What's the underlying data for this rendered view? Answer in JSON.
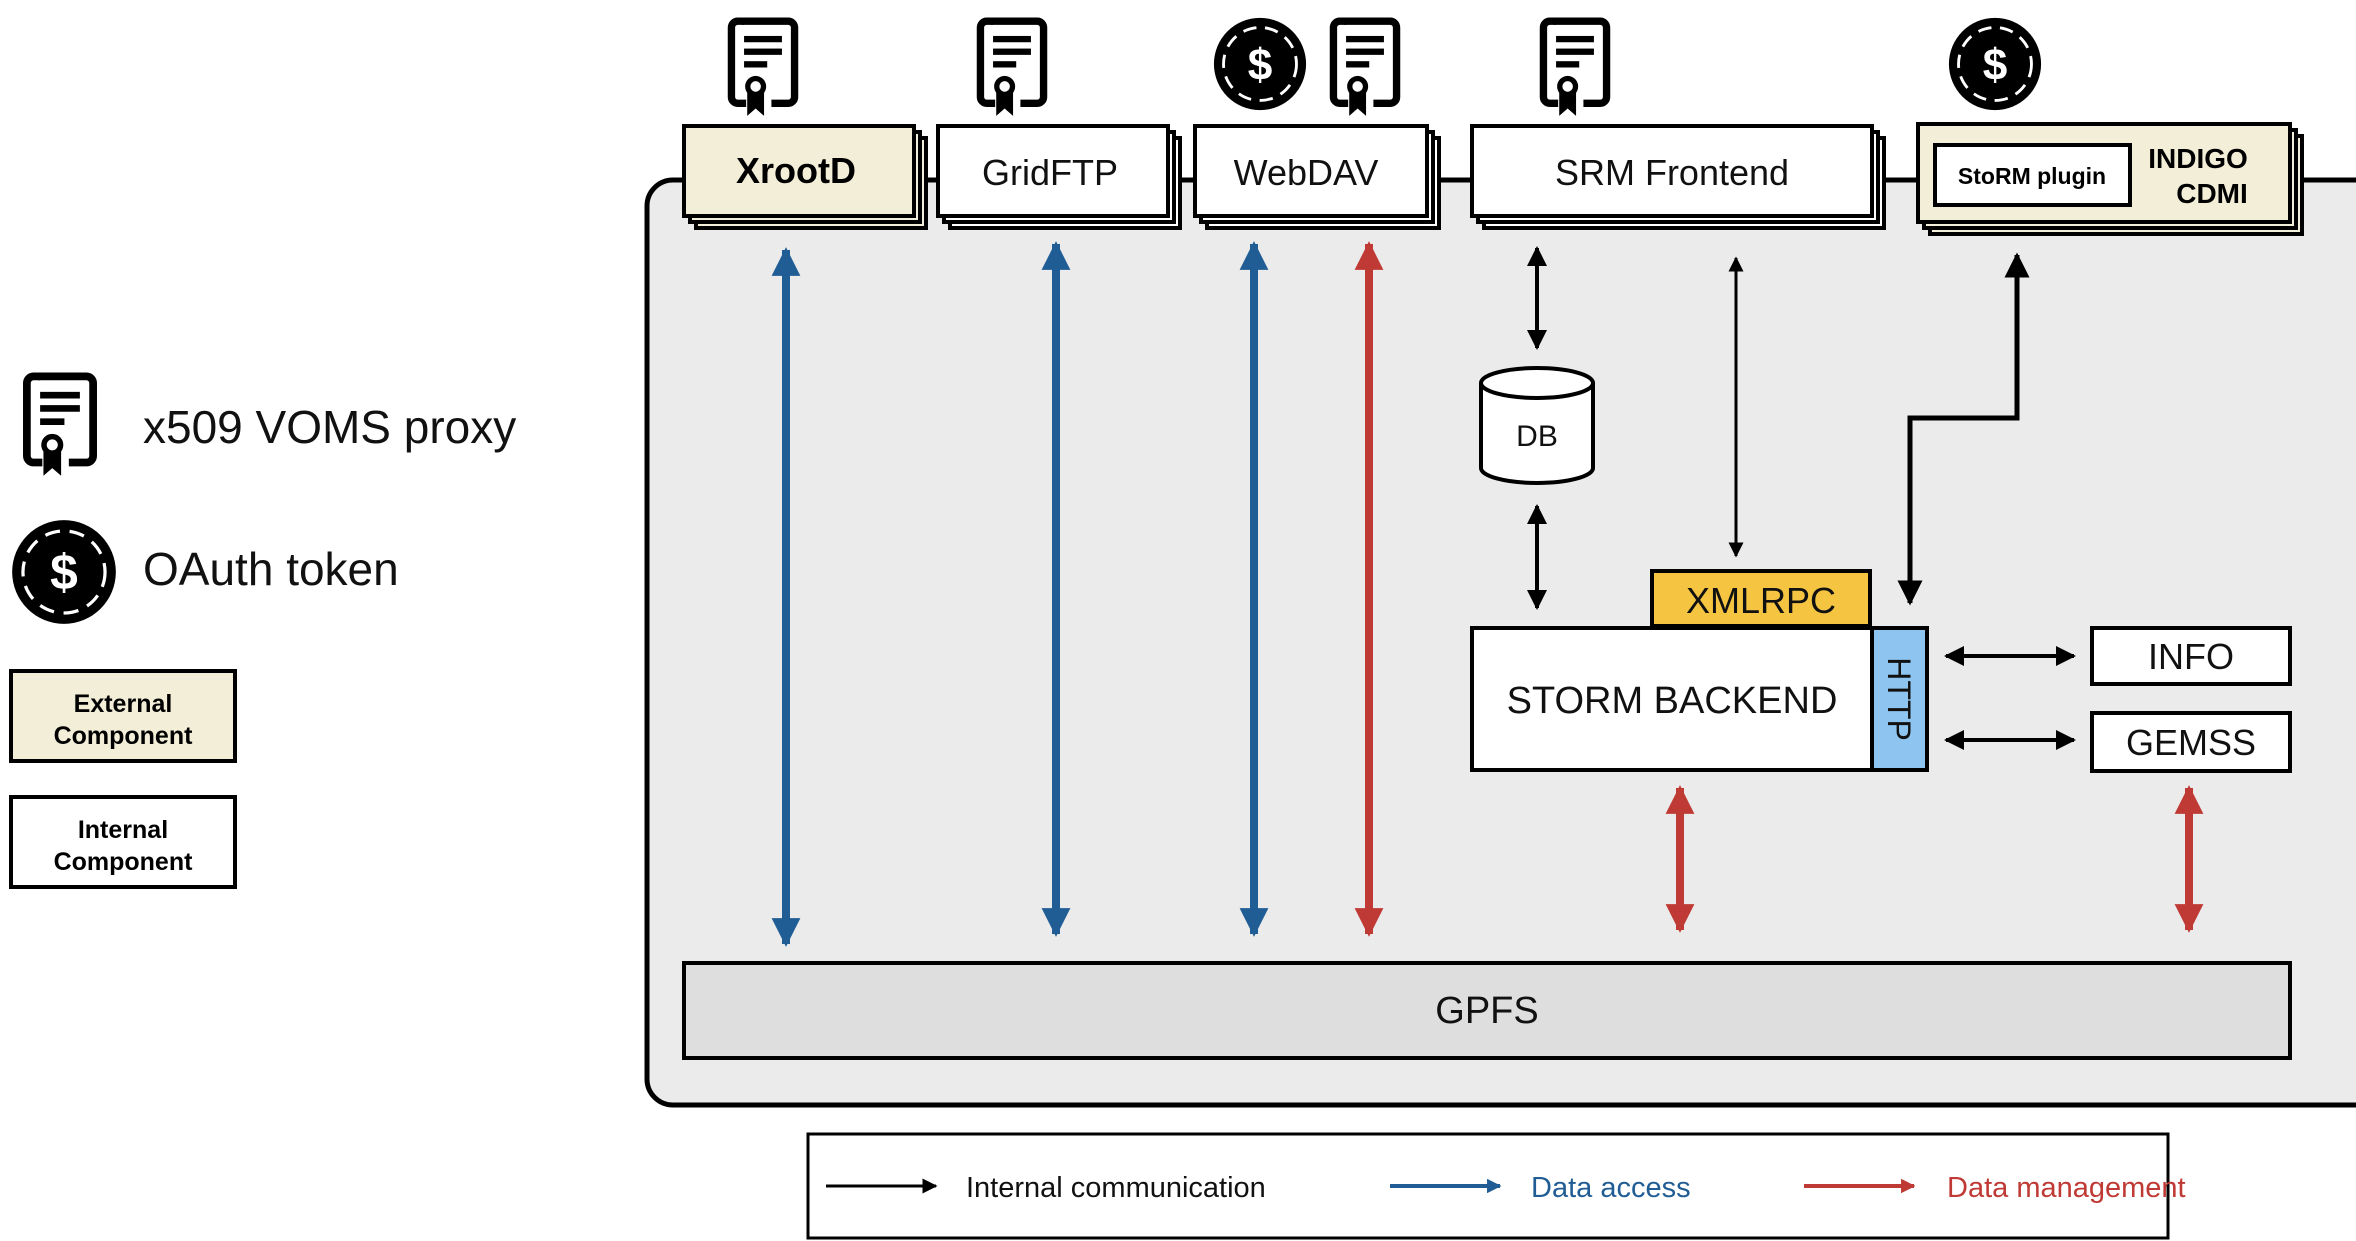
{
  "legend_side": {
    "x509": "x509 VOMS proxy",
    "oauth": "OAuth token",
    "external_line1": "External",
    "external_line2": "Component",
    "internal_line1": "Internal",
    "internal_line2": "Component"
  },
  "components": {
    "xrootd": "XrootD",
    "gridftp": "GridFTP",
    "webdav": "WebDAV",
    "srm_frontend": "SRM Frontend",
    "storm_plugin": "StoRM plugin",
    "indigo_line1": "INDIGO",
    "indigo_line2": "CDMI",
    "db": "DB",
    "xmlrpc": "XMLRPC",
    "storm_backend": "STORM BACKEND",
    "http": "HTTP",
    "info": "INFO",
    "gemss": "GEMSS",
    "gpfs": "GPFS"
  },
  "legend_bottom": {
    "internal": "Internal communication",
    "data_access": "Data access",
    "data_management": "Data management"
  },
  "colors": {
    "external_fill": "#f3eed7",
    "internal_fill": "#ffffff",
    "container_fill": "#ebebeb",
    "gpfs_fill": "#dedede",
    "xmlrpc_fill": "#f5c542",
    "http_fill": "#8ec5f0",
    "data_access": "#205d94",
    "data_management": "#c03a35",
    "internal_comm": "#000000"
  },
  "icons": [
    "certificate-icon",
    "dollar-coin-icon"
  ]
}
